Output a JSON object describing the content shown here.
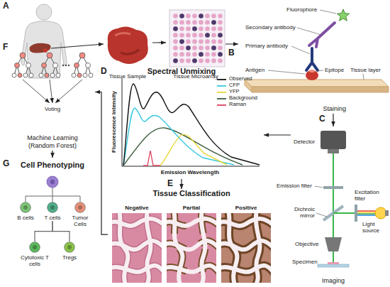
{
  "diagram": {
    "nodes": [
      {
        "text": [
          "Tissue Sample"
        ]
      },
      {
        "text": [
          "Tissue Microarray"
        ]
      },
      {
        "text": [
          "Staining"
        ]
      },
      {
        "text": [
          "Imaging"
        ]
      },
      {
        "text": [
          "Spectral Unmixing"
        ]
      },
      {
        "text": [
          "Tissue Classification"
        ]
      },
      {
        "text": [
          "Machine Learning (Random Forest)"
        ]
      },
      {
        "text": [
          "Cell Phenotyping"
        ]
      },
      {
        "text": [
          "B cells"
        ]
      },
      {
        "text": [
          "T cells"
        ]
      },
      {
        "text": [
          "Tumor Cells"
        ]
      },
      {
        "text": [
          "Cytotoxic T cells"
        ]
      },
      {
        "text": [
          "Tregs"
        ]
      }
    ],
    "edges": [
      {
        "from": 0,
        "to": 1,
        "arrow": "to"
      },
      {
        "from": 1,
        "to": 2,
        "arrow": "to"
      },
      {
        "from": 2,
        "to": 3,
        "arrow": "to"
      },
      {
        "from": 3,
        "to": 4,
        "arrow": "to"
      },
      {
        "from": 4,
        "to": 5,
        "arrow": "to"
      },
      {
        "from": 5,
        "to": 6,
        "arrow": "to"
      },
      {
        "from": 6,
        "to": 7,
        "arrow": "to"
      },
      {
        "from": 9,
        "to": 11,
        "arrow": "none"
      },
      {
        "from": 9,
        "to": 12,
        "arrow": "none"
      }
    ],
    "labels": [
      "A",
      "B",
      "Fluorophore",
      "Secondary antibody",
      "Primary antibody",
      "Antigen",
      "Epitope",
      "Tissue layer",
      "C",
      "Detector",
      "Emission filter",
      "Excitation filter",
      "Dichroic mirror",
      "Light source",
      "Objective",
      "Specimen",
      "D",
      "Fluorescence Intensity",
      "Emission Wavelength",
      "E",
      "Negative",
      "Partial",
      "Positive",
      "F",
      "Voting",
      "G"
    ],
    "legend": [
      {
        "text": "Observed"
      },
      {
        "text": "CFP"
      },
      {
        "text": "YFP"
      },
      {
        "text": "Background"
      },
      {
        "text": "Raman"
      }
    ]
  }
}
